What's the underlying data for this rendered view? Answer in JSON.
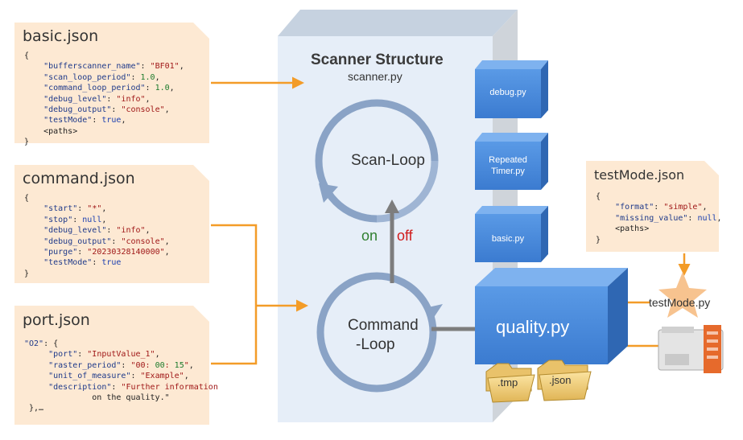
{
  "basic_note": {
    "title": "basic.json",
    "lines": [
      "{",
      "    \"bufferscanner_name\": \"BF01\",",
      "    \"scan_loop_period\": 1.0,",
      "    \"command_loop_period\": 1.0,",
      "    \"debug_level\": \"info\",",
      "    \"debug_output\": \"console\",",
      "    \"testMode\": true,",
      "    <paths>",
      "}"
    ]
  },
  "command_note": {
    "title": "command.json",
    "lines": [
      "{",
      "    \"start\": \"*\",",
      "    \"stop\": null,",
      "    \"debug_level\": \"info\",",
      "    \"debug_output\": \"console\",",
      "    \"purge\": \"20230328140000\",",
      "    \"testMode\": true",
      "}"
    ]
  },
  "port_note": {
    "title": "port.json",
    "lines": [
      "\"O2\": {",
      "     \"port\": \"InputValue_1\",",
      "     \"raster_period\": \"00:00:15\",",
      "     \"unit_of_measure\": \"Example\",",
      "     \"description\": \"Further information",
      "              on the quality.\"",
      " },…"
    ]
  },
  "testmode_note": {
    "title": "testMode.json",
    "lines": [
      "{",
      "    \"format\": \"simple\",",
      "    \"missing_value\": null,",
      "    <paths>",
      "}"
    ]
  },
  "scanner": {
    "title": "Scanner Structure",
    "subtitle": "scanner.py"
  },
  "loops": {
    "scan": "Scan-Loop",
    "command_line1": "Command",
    "command_line2": "-Loop"
  },
  "switch": {
    "on": "on",
    "off": "off"
  },
  "modules": {
    "debug": "debug.py",
    "repeated_line1": "Repeated",
    "repeated_line2": "Timer.py",
    "basic": "basic.py",
    "quality": "quality.py"
  },
  "folders": {
    "tmp": ".tmp",
    "json": ".json"
  },
  "testmode_py": "testMode.py",
  "colors": {
    "note": "#fde9d3",
    "arrow": "#f39c28",
    "loop": "#8aa3c6",
    "cube": "#4f8fde",
    "panel": "#e6eef8"
  }
}
